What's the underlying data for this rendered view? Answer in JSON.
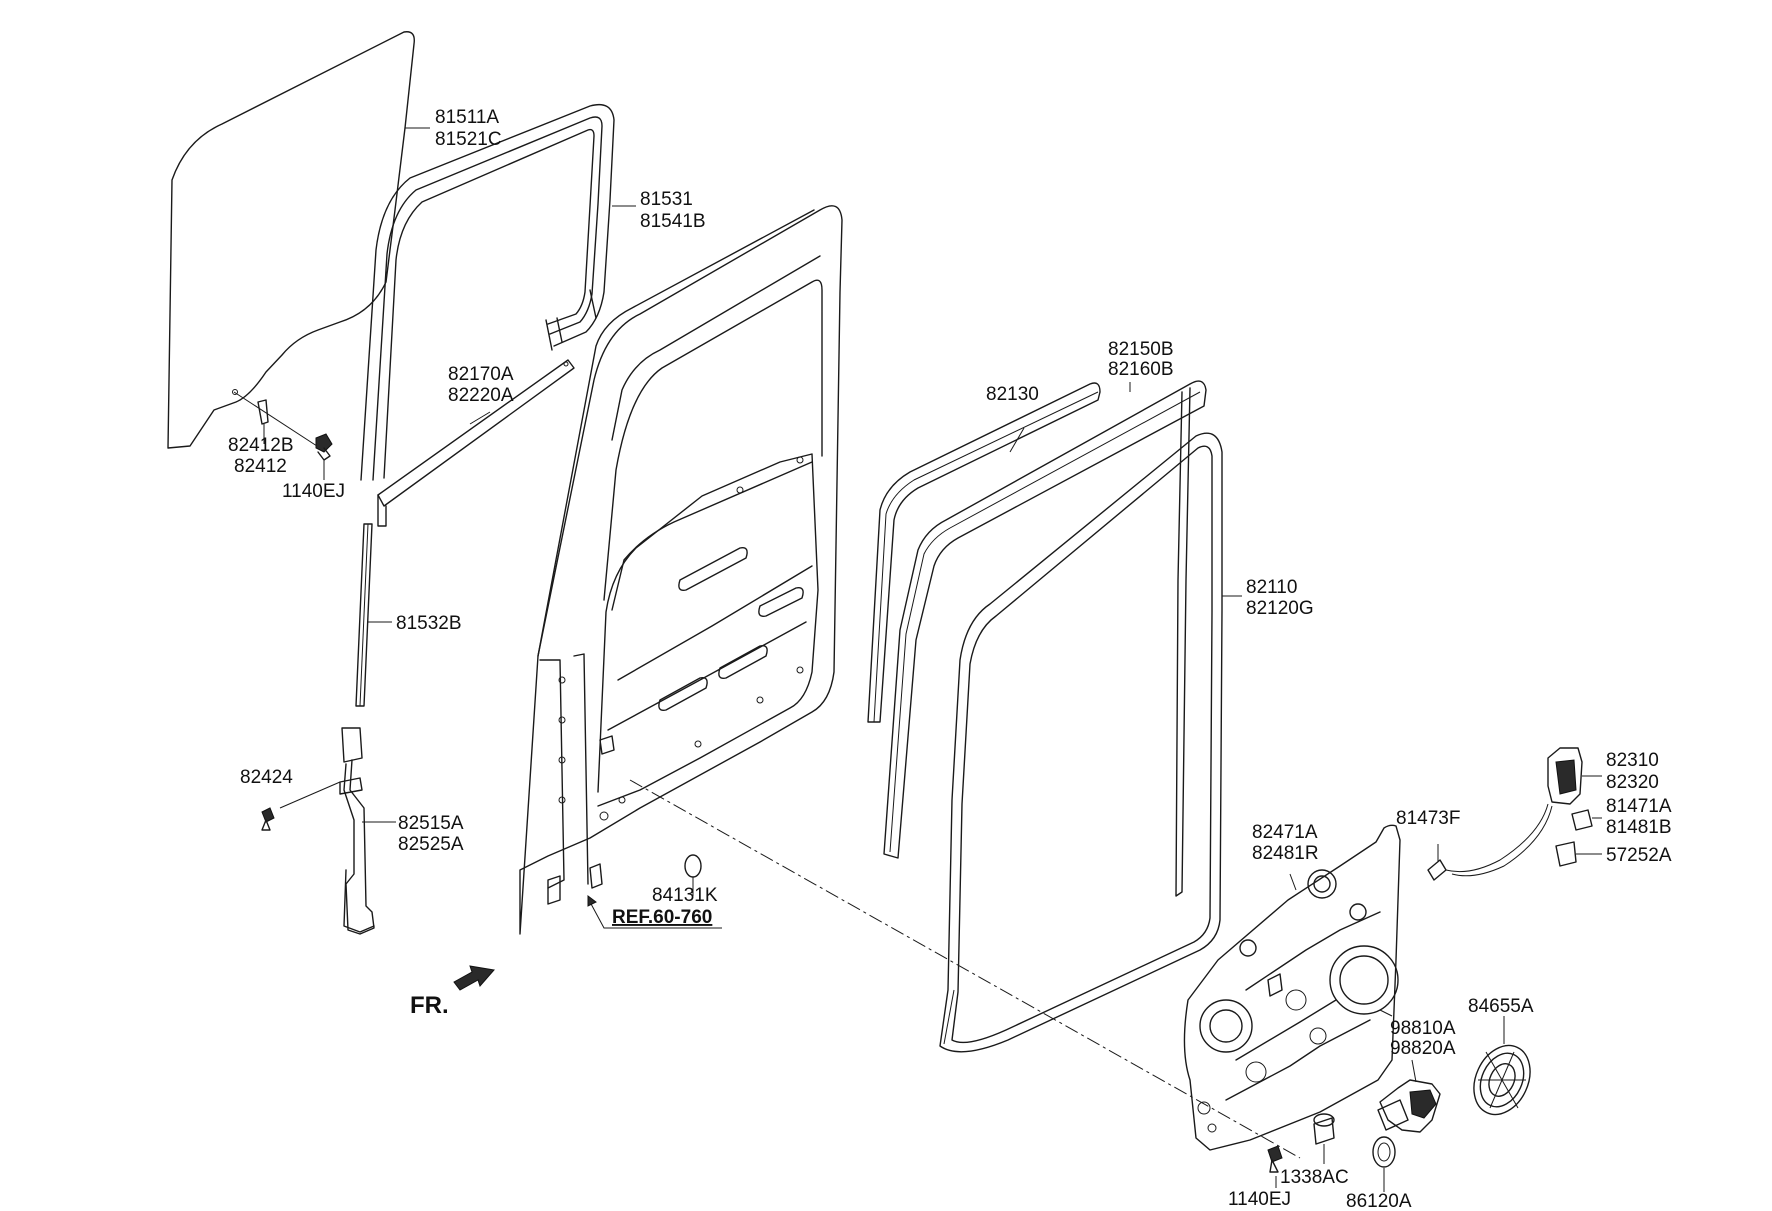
{
  "diagram": {
    "labels": {
      "p81511A": "81511A",
      "p81521C": "81521C",
      "p81531": "81531",
      "p81541B": "81541B",
      "p82170A": "82170A",
      "p82220A": "82220A",
      "p82412B": "82412B",
      "p82412": "82412",
      "p1140EJ_a": "1140EJ",
      "p81532B": "81532B",
      "p82424": "82424",
      "p82515A": "82515A",
      "p82525A": "82525A",
      "p84131K": "84131K",
      "ref": "REF.60-760",
      "fr": "FR.",
      "p82130": "82130",
      "p82150B": "82150B",
      "p82160B": "82160B",
      "p82110": "82110",
      "p82120G": "82120G",
      "p82310": "82310",
      "p82320": "82320",
      "p81471A": "81471A",
      "p81481B": "81481B",
      "p57252A": "57252A",
      "p81473F": "81473F",
      "p82471A": "82471A",
      "p82481R": "82481R",
      "p98810A": "98810A",
      "p98820A": "98820A",
      "p84655A": "84655A",
      "p1338AC": "1338AC",
      "p1140EJ_b": "1140EJ",
      "p86120A": "86120A"
    },
    "colors": {
      "line": "#1a1a1a",
      "background": "#ffffff"
    }
  }
}
